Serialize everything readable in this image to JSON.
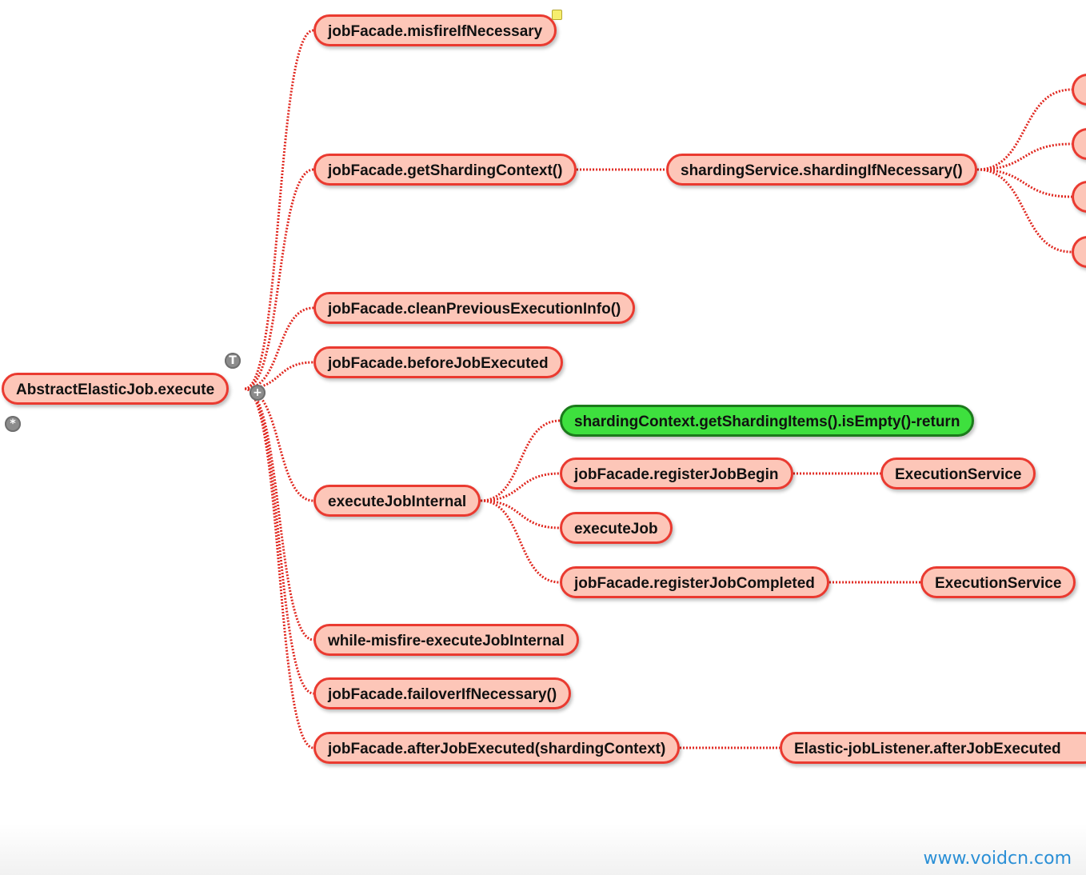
{
  "mindmap": {
    "root": "AbstractElasticJob.execute",
    "branches": [
      {
        "label": "jobFacade.misfireIfNecessary"
      },
      {
        "label": "jobFacade.getShardingContext()",
        "child": "shardingService.shardingIfNecessary()"
      },
      {
        "label": "jobFacade.cleanPreviousExecutionInfo()"
      },
      {
        "label": "jobFacade.beforeJobExecuted"
      },
      {
        "label": "executeJobInternal",
        "children": [
          {
            "label": "shardingContext.getShardingItems().isEmpty()-return",
            "highlight": true
          },
          {
            "label": "jobFacade.registerJobBegin",
            "child": "ExecutionService"
          },
          {
            "label": "executeJob"
          },
          {
            "label": "jobFacade.registerJobCompleted",
            "child": "ExecutionService"
          }
        ]
      },
      {
        "label": "while-misfire-executeJobInternal"
      },
      {
        "label": "jobFacade.failoverIfNecessary()"
      },
      {
        "label": "jobFacade.afterJobExecuted(shardingContext)",
        "child": "Elastic-jobListener.afterJobExecuted"
      }
    ]
  },
  "controls": {
    "collapse_icon": "T",
    "expand_icon": "+",
    "star_icon": "*"
  },
  "colors": {
    "node_fill": "#fdc6b8",
    "node_border": "#ea3a30",
    "highlight_fill": "#3ee03e",
    "link": "#e02820"
  },
  "watermark": "www.voidcn.com"
}
